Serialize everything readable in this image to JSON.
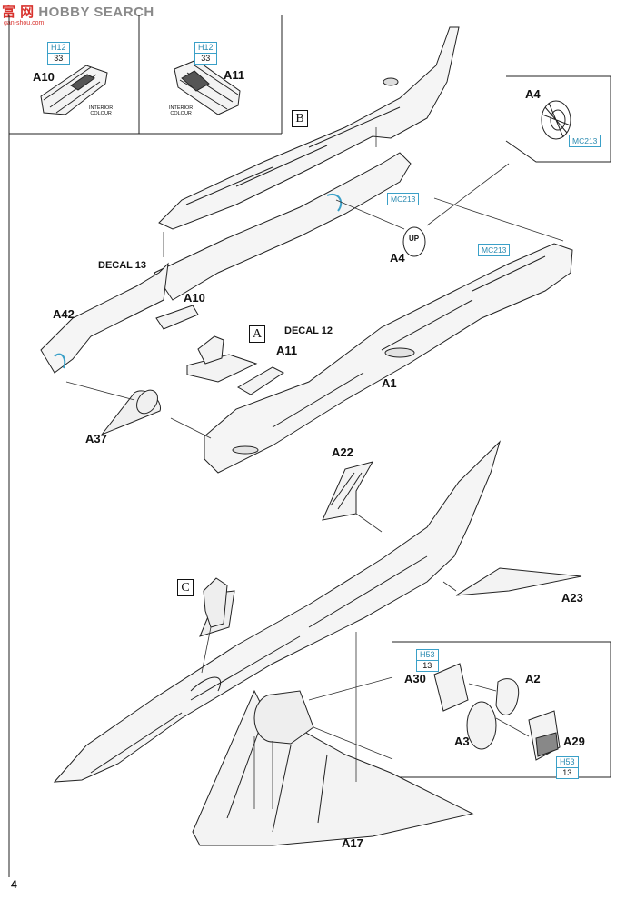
{
  "watermark": {
    "brand_cn": "富 网",
    "brand_en": "HOBBY SEARCH",
    "url": "gan-shou.com"
  },
  "page_number": "4",
  "inset_left": {
    "part": "A10",
    "paint_top": "H12",
    "paint_bottom": "33",
    "note_line1": "INTERIOR",
    "note_line2": "COLOUR"
  },
  "inset_right": {
    "part": "A11",
    "paint_top": "H12",
    "paint_bottom": "33",
    "note_line1": "INTERIOR",
    "note_line2": "COLOUR"
  },
  "step_markers": {
    "b": "B",
    "a": "A",
    "c": "C"
  },
  "wheel_inset": {
    "part": "A4",
    "paint": "MC213"
  },
  "assembly_top": {
    "labels": {
      "decal13": "DECAL 13",
      "decal12": "DECAL 12",
      "a42": "A42",
      "a10": "A10",
      "a11": "A11",
      "a1": "A1",
      "a37": "A37",
      "a4": "A4"
    },
    "paint_intake": "MC213",
    "paint_nozzle": "MC213",
    "up_mark": "UP"
  },
  "assembly_bottom": {
    "labels": {
      "a22": "A22",
      "a23": "A23",
      "a17": "A17"
    }
  },
  "exhaust_inset": {
    "labels": {
      "a30": "A30",
      "a2": "A2",
      "a3": "A3",
      "a29": "A29"
    },
    "paint_a30_top": "H53",
    "paint_a30_bottom": "13",
    "paint_a29_top": "H53",
    "paint_a29_bottom": "13"
  }
}
